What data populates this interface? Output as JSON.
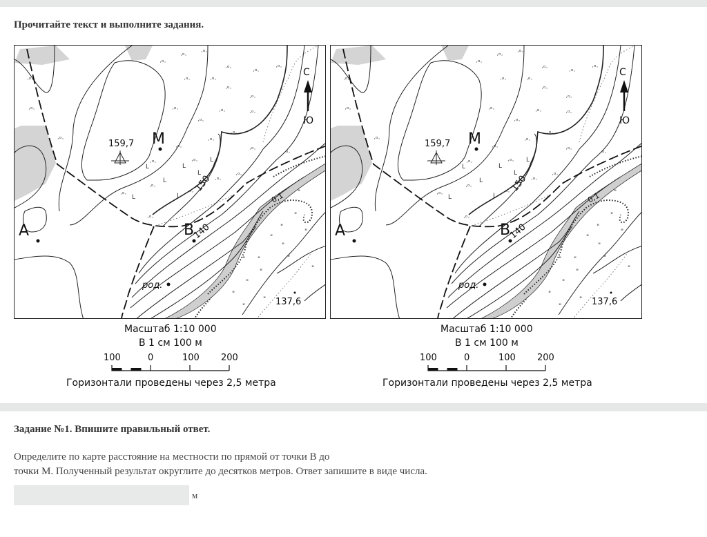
{
  "intro": "Прочитайте текст и выполните задания.",
  "map": {
    "labels": {
      "point_a": "A",
      "point_m": "M",
      "point_b": "B",
      "height_top": "159,7",
      "height_bottom": "137,6",
      "contour_150": "150",
      "contour_140": "140",
      "spring": "род.",
      "river_speed": "0,1",
      "north": "С",
      "south": "Ю"
    },
    "legend": {
      "scale": "Масштаб 1:10 000",
      "scale_text": "В 1 см 100 м",
      "ticks": [
        "100",
        "0",
        "100",
        "200"
      ],
      "contours_note": "Горизонтали проведены через 2,5 метра"
    }
  },
  "task": {
    "title": "Задание №1. Впишите правильный ответ.",
    "line1": "Определите по карте расстояние на местности по прямой от точки В до",
    "line2": "точки М. Полученный результат округлите до десятков метров. Ответ запишите в виде числа.",
    "answer_value": "",
    "unit": "м"
  }
}
